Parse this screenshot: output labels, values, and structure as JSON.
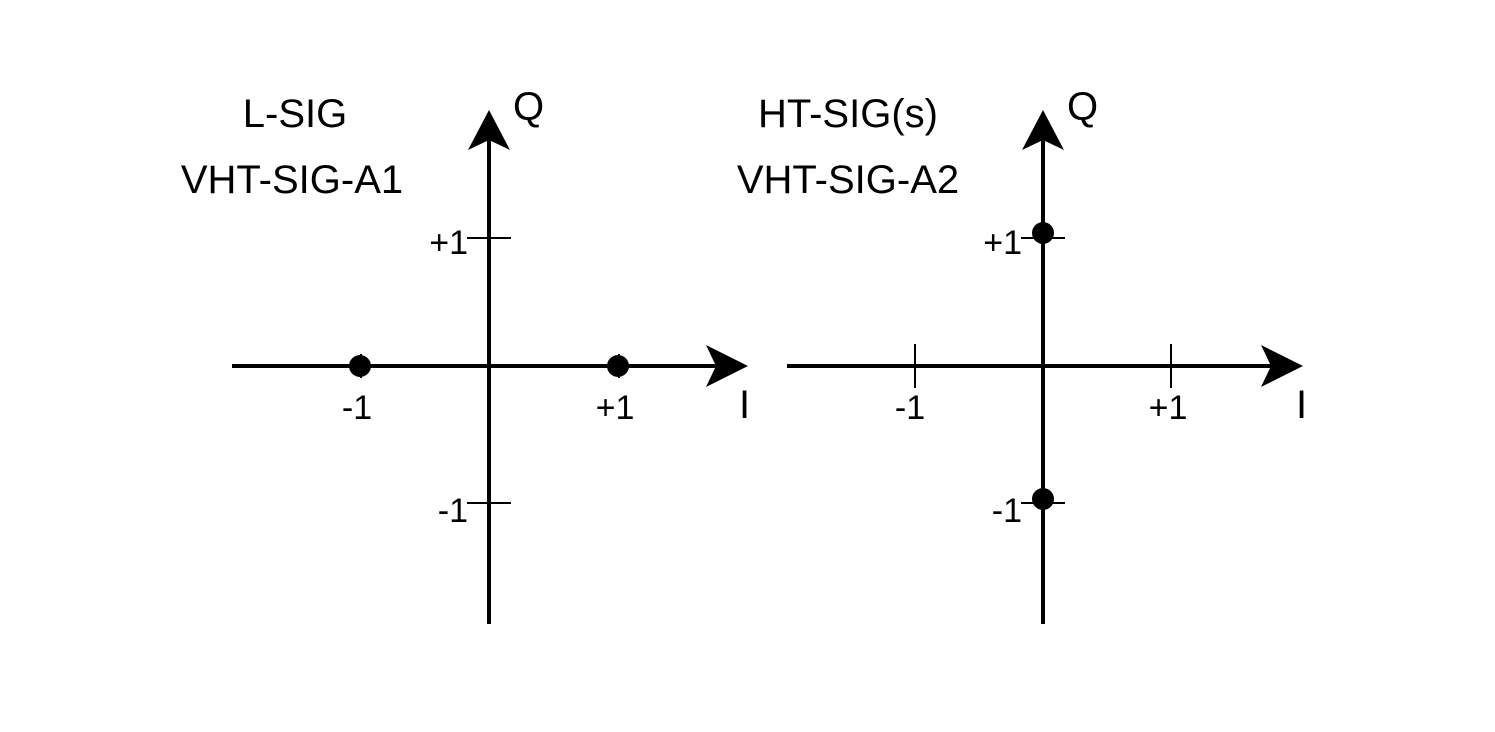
{
  "colors": {
    "ink": "#000000",
    "background": "#ffffff"
  },
  "diagrams": [
    {
      "id": "left",
      "title_lines": [
        "L-SIG",
        "VHT-SIG-A1"
      ],
      "x_axis_label": "I",
      "y_axis_label": "Q",
      "x_ticks": [
        {
          "value": -1,
          "label": "-1"
        },
        {
          "value": 1,
          "label": "+1"
        }
      ],
      "y_ticks": [
        {
          "value": 1,
          "label": "+1"
        },
        {
          "value": -1,
          "label": "-1"
        }
      ],
      "points": [
        {
          "i": -1,
          "q": 0
        },
        {
          "i": 1,
          "q": 0
        }
      ]
    },
    {
      "id": "right",
      "title_lines": [
        "HT-SIG(s)",
        "VHT-SIG-A2"
      ],
      "x_axis_label": "I",
      "y_axis_label": "Q",
      "x_ticks": [
        {
          "value": -1,
          "label": "-1"
        },
        {
          "value": 1,
          "label": "+1"
        }
      ],
      "y_ticks": [
        {
          "value": 1,
          "label": "+1"
        },
        {
          "value": -1,
          "label": "-1"
        }
      ],
      "points": [
        {
          "i": 0,
          "q": 1
        },
        {
          "i": 0,
          "q": -1
        }
      ]
    }
  ]
}
